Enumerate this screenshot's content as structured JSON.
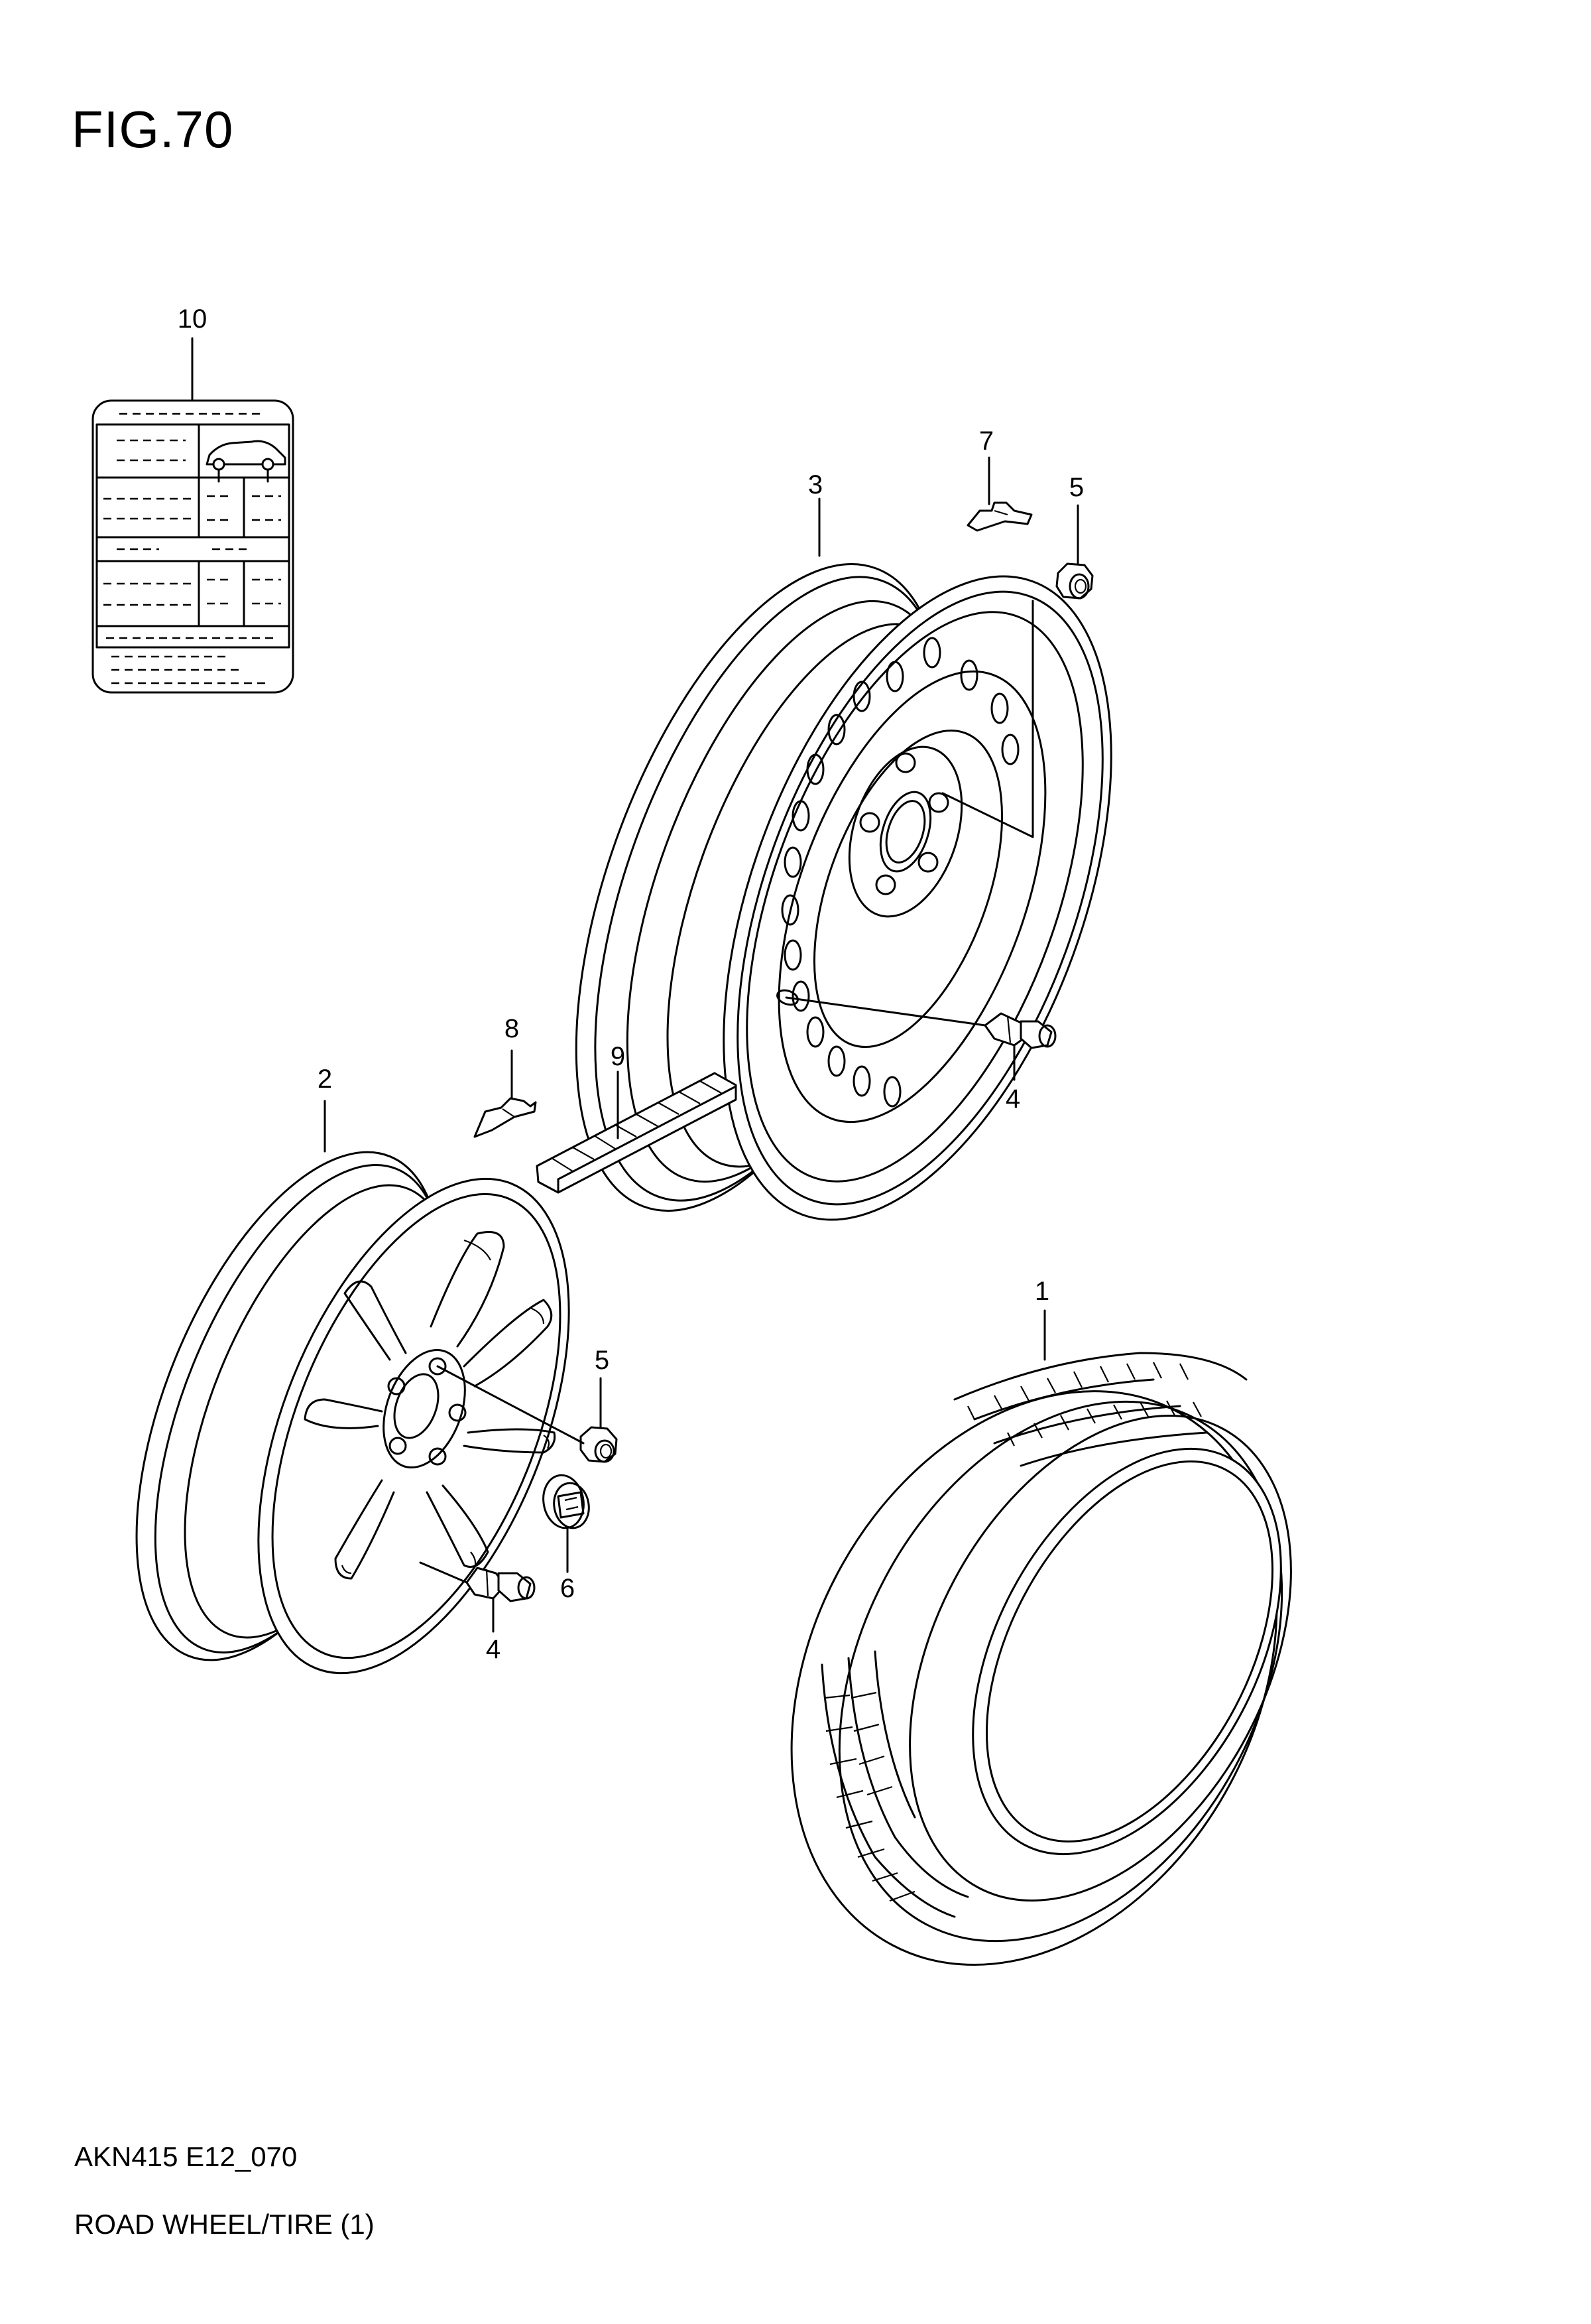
{
  "figure": {
    "title": "FIG.70"
  },
  "footer": {
    "code": "AKN415 E12_070",
    "title": "ROAD WHEEL/TIRE (1)"
  },
  "callouts": {
    "c1": "1",
    "c2": "2",
    "c3": "3",
    "c4_upper": "4",
    "c4_lower": "4",
    "c5_upper": "5",
    "c5_lower": "5",
    "c6": "6",
    "c7": "7",
    "c8": "8",
    "c9": "9",
    "c10": "10"
  }
}
